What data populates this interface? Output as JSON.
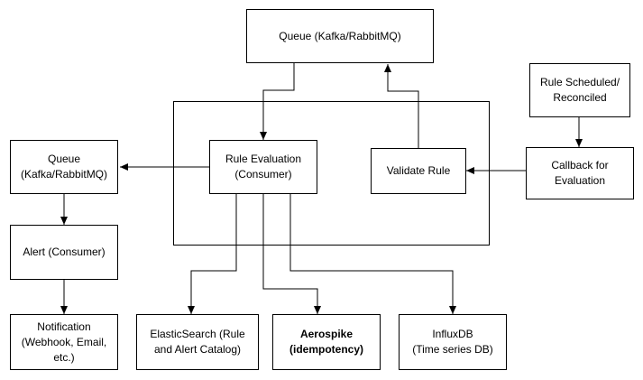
{
  "diagram": {
    "nodes": {
      "queue_top": {
        "label": "Queue (Kafka/RabbitMQ)"
      },
      "rule_scheduled": {
        "label": "Rule Scheduled/\nReconciled"
      },
      "queue_left": {
        "label": "Queue\n(Kafka/RabbitMQ)"
      },
      "rule_evaluation": {
        "label": "Rule Evaluation\n(Consumer)"
      },
      "validate_rule": {
        "label": "Validate Rule"
      },
      "callback": {
        "label": "Callback for\nEvaluation"
      },
      "alert": {
        "label": "Alert (Consumer)"
      },
      "notification": {
        "label": "Notification\n(Webhook, Email,\netc.)"
      },
      "elasticsearch": {
        "label": "ElasticSearch (Rule\nand Alert Catalog)"
      },
      "aerospike": {
        "label": "Aerospike\n(idempotency)"
      },
      "influxdb": {
        "label": "InfluxDB\n(Time series DB)"
      }
    },
    "edges": [
      {
        "from": "queue_top",
        "to": "rule_evaluation"
      },
      {
        "from": "validate_rule",
        "to": "queue_top"
      },
      {
        "from": "rule_scheduled",
        "to": "callback"
      },
      {
        "from": "callback",
        "to": "validate_rule"
      },
      {
        "from": "rule_evaluation",
        "to": "queue_left"
      },
      {
        "from": "queue_left",
        "to": "alert"
      },
      {
        "from": "alert",
        "to": "notification"
      },
      {
        "from": "rule_evaluation",
        "to": "elasticsearch"
      },
      {
        "from": "rule_evaluation",
        "to": "aerospike"
      },
      {
        "from": "rule_evaluation",
        "to": "influxdb"
      }
    ]
  }
}
